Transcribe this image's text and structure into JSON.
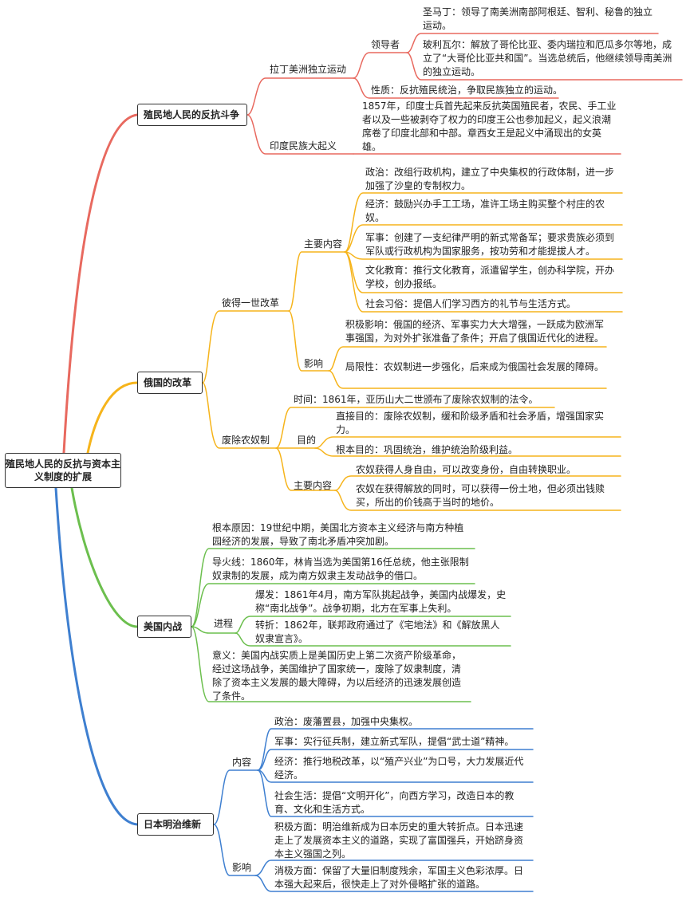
{
  "root": "殖民地人民的反抗与资本主义制度的扩展",
  "colors": {
    "red": "#e8695f",
    "orange": "#f6b41b",
    "green": "#6cbf4e",
    "blue": "#3e7fd0"
  },
  "branch1": {
    "title": "殖民地人民的反抗斗争",
    "latin": {
      "label": "拉丁美洲独立运动",
      "leaders_label": "领导者",
      "san_martin": "圣马丁：领导了南美洲南部阿根廷、智利、秘鲁的独立运动。",
      "bolivar": "玻利瓦尔：解放了哥伦比亚、委内瑞拉和厄瓜多尔等地，成立了“大哥伦比亚共和国”。当选总统后，他继续领导南美洲的独立运动。",
      "nature": "性质：反抗殖民统治，争取民族独立的运动。"
    },
    "india": {
      "label": "印度民族大起义",
      "text": "1857年，印度士兵首先起来反抗英国殖民者，农民、手工业者以及一些被剥夺了权力的印度王公也参加起义，起义浪潮席卷了印度北部和中部。章西女王是起义中涌现出的女英雄。"
    }
  },
  "branch2": {
    "title": "俄国的改革",
    "peter": {
      "label": "彼得一世改革",
      "content_label": "主要内容",
      "politics": "政治：改组行政机构，建立了中央集权的行政体制，进一步加强了沙皇的专制权力。",
      "economy": "经济：鼓励兴办手工工场，准许工场主购买整个村庄的农奴。",
      "military": "军事：创建了一支纪律严明的新式常备军；要求贵族必须到军队或行政机构为国家服务，按功劳和才能提拔人才。",
      "culture": "文化教育：推行文化教育，派遣留学生，创办科学院，开办学校，创办报纸。",
      "custom": "社会习俗：提倡人们学习西方的礼节与生活方式。",
      "impact_label": "影响",
      "positive": "积极影响：俄国的经济、军事实力大大增强，一跃成为欧洲军事强国，为对外扩张准备了条件；开启了俄国近代化的进程。",
      "limit": "局限性：农奴制进一步强化，后来成为俄国社会发展的障碍。"
    },
    "serf": {
      "label": "废除农奴制",
      "time": "时间：1861年，亚历山大二世颁布了废除农奴制的法令。",
      "purpose_label": "目的",
      "direct": "直接目的：废除农奴制，缓和阶级矛盾和社会矛盾，增强国家实力。",
      "fundamental": "根本目的：巩固统治，维护统治阶级利益。",
      "content_label": "主要内容",
      "c1": "农奴获得人身自由，可以改变身份，自由转换职业。",
      "c2": "农奴在获得解放的同时，可以获得一份土地，但必须出钱赎买，所出的价钱高于当时的地价。"
    }
  },
  "branch3": {
    "title": "美国内战",
    "cause": "根本原因：19世纪中期，美国北方资本主义经济与南方种植园经济的发展，导致了南北矛盾冲突加剧。",
    "fuse": "导火线：1860年，林肯当选为美国第16任总统，他主张限制奴隶制的发展，成为南方奴隶主发动战争的借口。",
    "process_label": "进程",
    "outbreak": "爆发：1861年4月，南方军队挑起战争，美国内战爆发，史称“南北战争”。战争初期，北方在军事上失利。",
    "turn": "转折：1862年，联邦政府通过了《宅地法》和《解放黑人奴隶宣言》。",
    "meaning": "意义：美国内战实质上是美国历史上第二次资产阶级革命，经过这场战争，美国维护了国家统一，废除了奴隶制度，清除了资本主义发展的最大障碍，为以后经济的迅速发展创造了条件。"
  },
  "branch4": {
    "title": "日本明治维新",
    "content_label": "内容",
    "politics": "政治：废藩置县，加强中央集权。",
    "military": "军事：实行征兵制，建立新式军队，提倡“武士道”精神。",
    "economy": "经济：推行地税改革，以“殖产兴业”为口号，大力发展近代经济。",
    "society": "社会生活：提倡“文明开化”，向西方学习，改造日本的教育、文化和生活方式。",
    "impact_label": "影响",
    "positive": "积极方面：明治维新成为日本历史的重大转折点。日本迅速走上了发展资本主义的道路，实现了富国强兵，开始跻身资本主义强国之列。",
    "negative": "消极方面：保留了大量旧制度残余，军国主义色彩浓厚。日本强大起来后，很快走上了对外侵略扩张的道路。"
  }
}
